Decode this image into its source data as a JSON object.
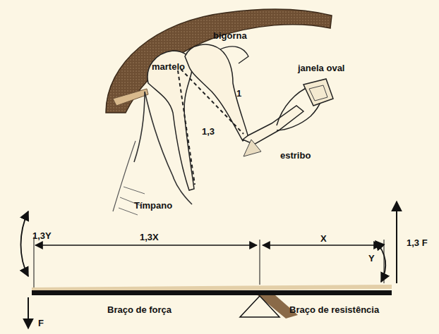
{
  "diagram": {
    "labels": [
      "martelo",
      "bigorna",
      "1",
      "1,3",
      "janela oval",
      "estribo",
      "Tímpano",
      "1,3Y",
      "1,3X",
      "X",
      "Y",
      "1,3 F",
      "Braço de força",
      "Braço de resistência",
      "F"
    ]
  }
}
